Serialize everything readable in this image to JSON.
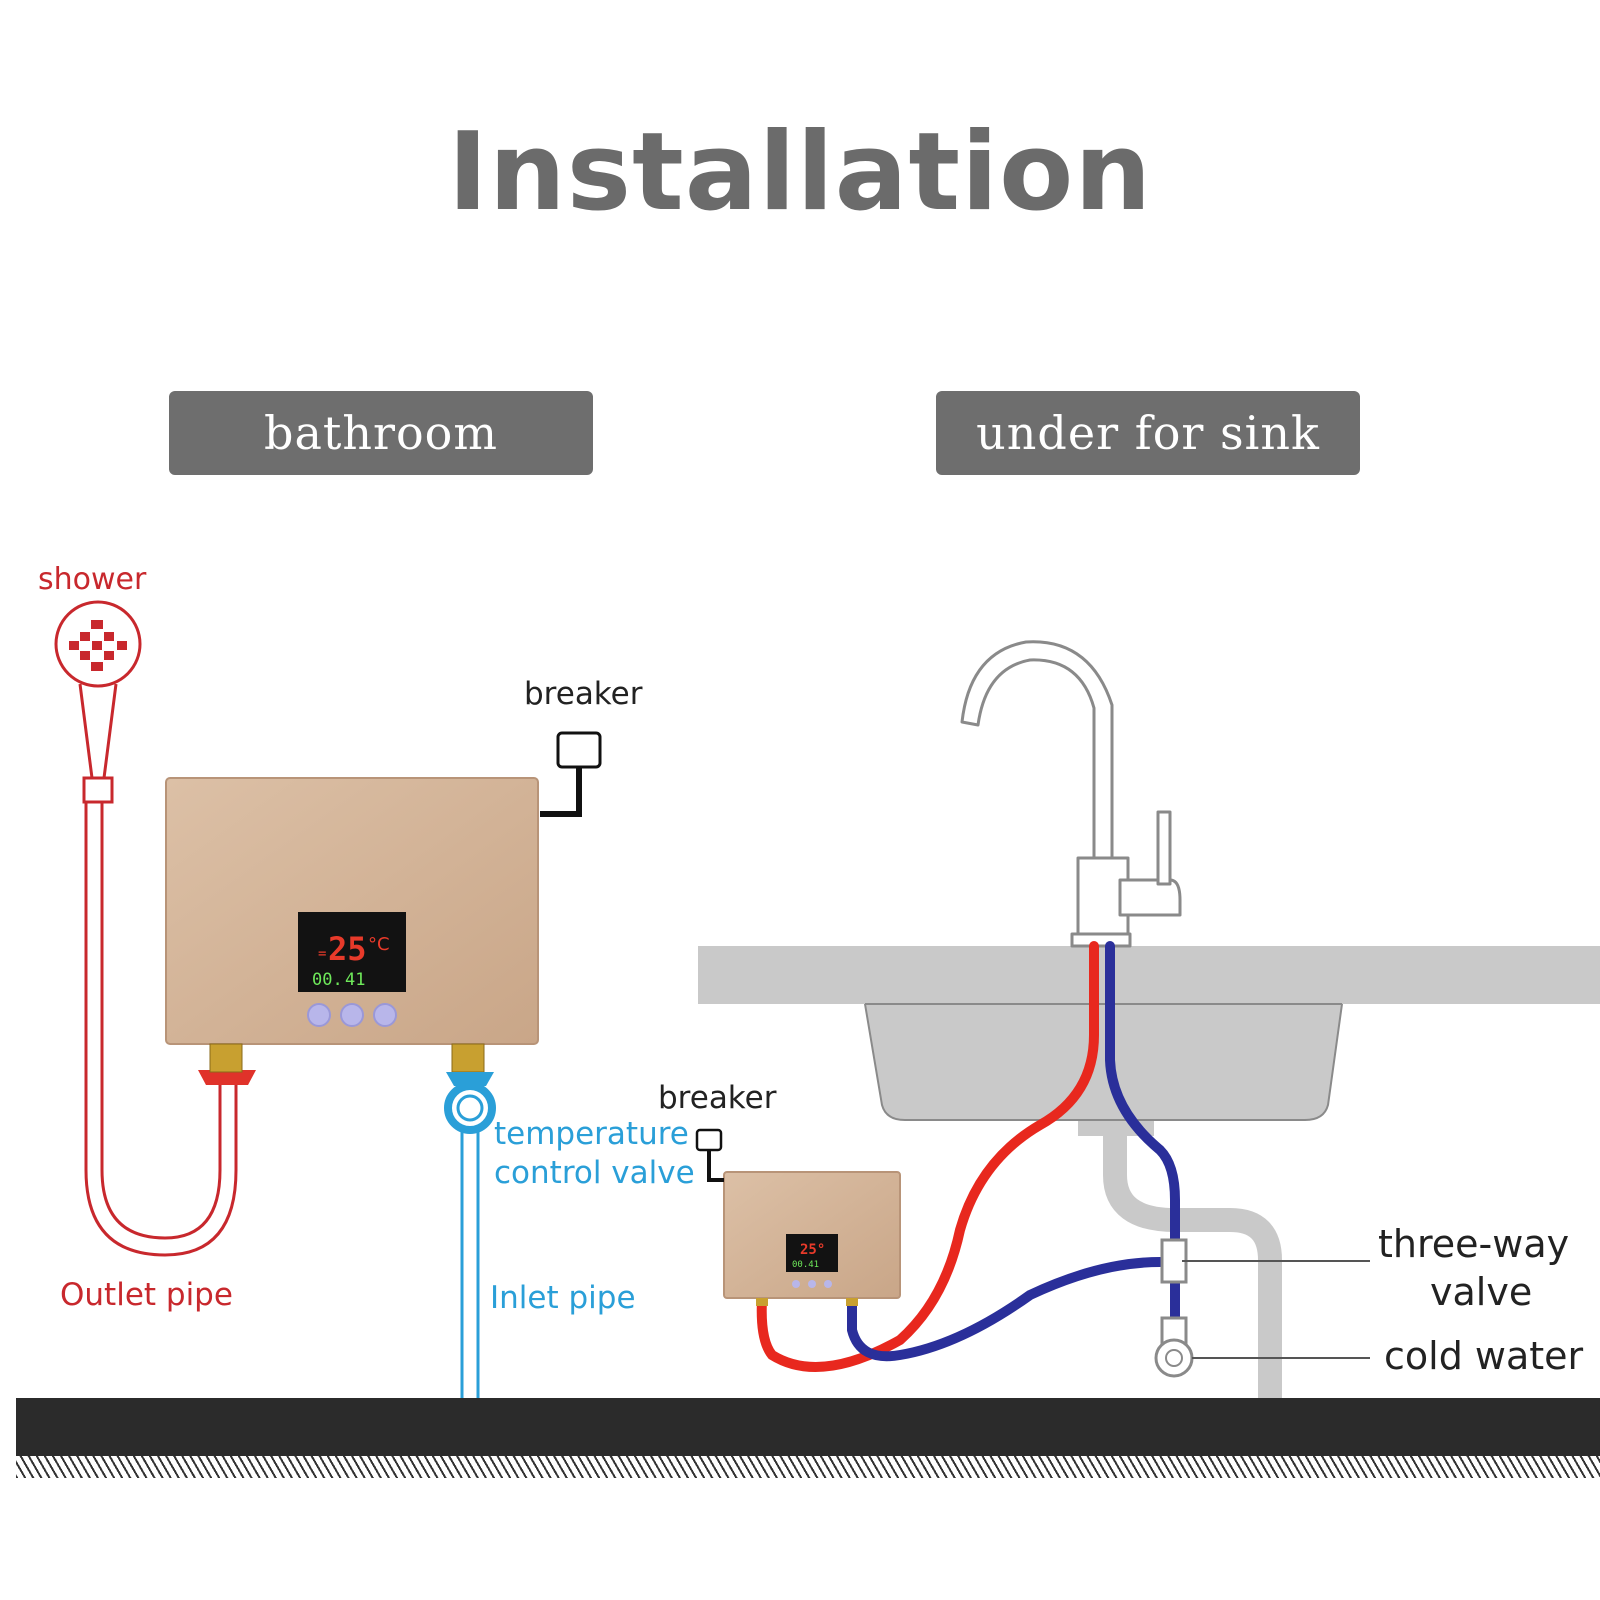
{
  "title": "Installation",
  "tags": {
    "left": "bathroom",
    "right": "under for sink"
  },
  "labels": {
    "shower": "shower",
    "breaker_top": "breaker",
    "outlet_pipe": "Outlet pipe",
    "inlet_pipe": "Inlet pipe",
    "temp_valve_line1": "temperature",
    "temp_valve_line2": "control valve",
    "breaker_bottom": "breaker",
    "three_way_line1": "three-way",
    "three_way_line2": "valve",
    "cold_water": "cold water"
  },
  "heater_display": {
    "temperature": "25",
    "unit": "°C",
    "flow": "00.",
    "power": "41"
  },
  "colors": {
    "hot": "#e8281e",
    "cold": "#2a2f9a",
    "inlet": "#2a9fd8",
    "outlet": "#c8282d",
    "heater_body": "#d6b59a",
    "counter": "#c9c9c9",
    "tag_bg": "#6e6e6e",
    "title": "#6b6b6b"
  }
}
